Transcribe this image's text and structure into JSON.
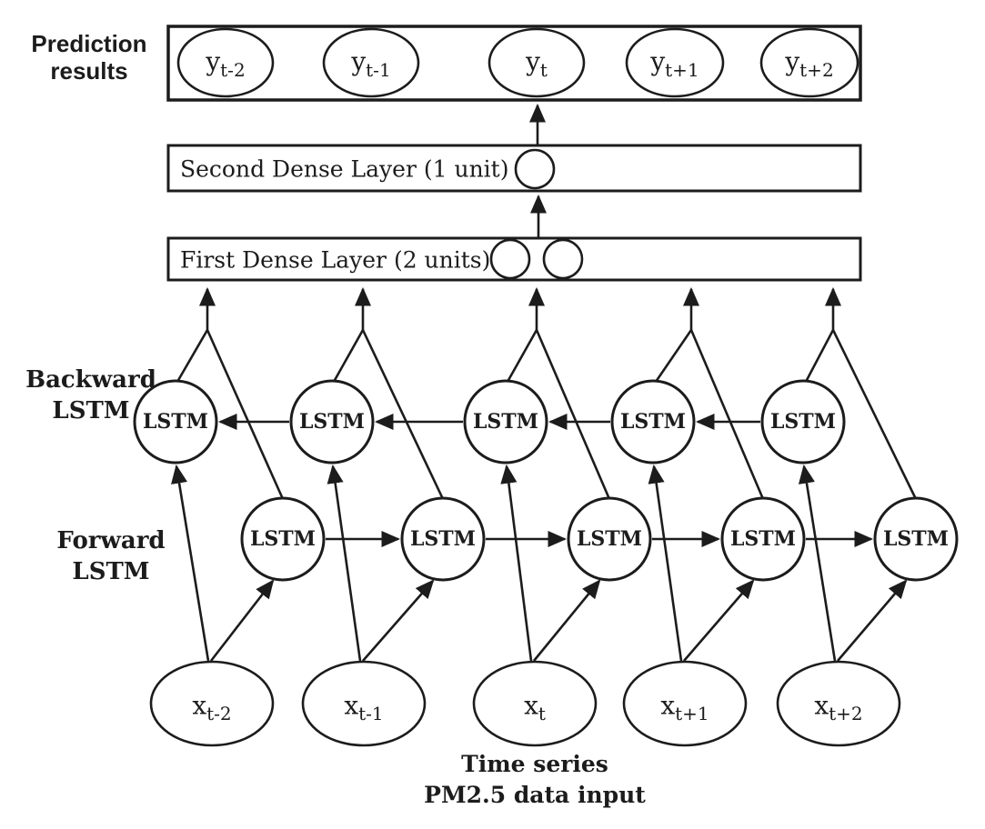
{
  "diagram": {
    "prediction_label": {
      "line1": "Prediction",
      "line2": "results"
    },
    "backward_label": {
      "line1": "Backward",
      "line2": "LSTM"
    },
    "forward_label": {
      "line1": "Forward",
      "line2": "LSTM"
    },
    "second_dense_label": "Second Dense Layer (1 unit)",
    "first_dense_label": "First Dense Layer (2 units)",
    "lstm_node_label": "LSTM",
    "prediction_nodes": [
      {
        "base": "y",
        "sub": "t-2"
      },
      {
        "base": "y",
        "sub": "t-1"
      },
      {
        "base": "y",
        "sub": "t"
      },
      {
        "base": "y",
        "sub": "t+1"
      },
      {
        "base": "y",
        "sub": "t+2"
      }
    ],
    "input_nodes": [
      {
        "base": "x",
        "sub": "t-2"
      },
      {
        "base": "x",
        "sub": "t-1"
      },
      {
        "base": "x",
        "sub": "t"
      },
      {
        "base": "x",
        "sub": "t+1"
      },
      {
        "base": "x",
        "sub": "t+2"
      }
    ],
    "caption": {
      "line1": "Time series",
      "line2": "PM2.5 data input"
    },
    "colors": {
      "stroke": "#1c1c1c",
      "background": "#ffffff"
    }
  }
}
